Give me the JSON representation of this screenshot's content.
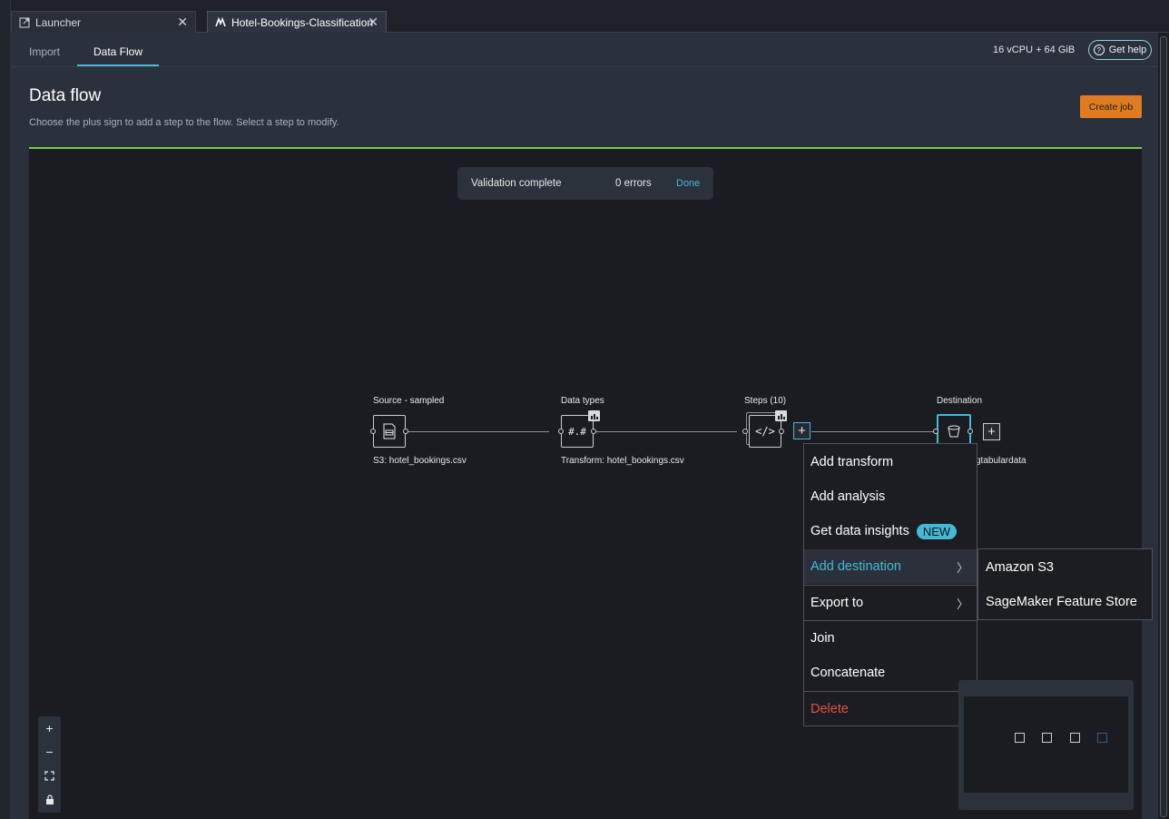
{
  "tabs": [
    {
      "label": "Launcher",
      "icon": "external-launcher-icon"
    },
    {
      "label": "Hotel-Bookings-Classification",
      "icon": "data-wrangler-icon"
    }
  ],
  "subtabs": [
    "Import",
    "Data Flow"
  ],
  "resources": "16 vCPU + 64 GiB",
  "help_label": "Get help",
  "page": {
    "title": "Data flow",
    "description": "Choose the plus sign to add a step to the flow. Select a step to modify.",
    "create_job": "Create job"
  },
  "toast": {
    "status": "Validation complete",
    "errors": "0 errors",
    "done": "Done"
  },
  "nodes": [
    {
      "title": "Source - sampled",
      "caption": "S3: hotel_bookings.csv",
      "glyph": ""
    },
    {
      "title": "Data types",
      "caption": "Transform: hotel_bookings.csv",
      "glyph": "#.#"
    },
    {
      "title": "Steps (10)",
      "caption": "",
      "glyph": "</>"
    },
    {
      "title": "Destination",
      "caption": "gtabulardata",
      "glyph": ""
    }
  ],
  "menu": {
    "items": [
      {
        "label": "Add transform"
      },
      {
        "label": "Add analysis"
      },
      {
        "label": "Get data insights",
        "badge": "NEW"
      },
      {
        "label": "Add destination"
      },
      {
        "label": "Export to"
      },
      {
        "label": "Join"
      },
      {
        "label": "Concatenate"
      },
      {
        "label": "Delete"
      }
    ],
    "submenu": [
      "Amazon S3",
      "SageMaker Feature Store"
    ]
  },
  "zoom": {
    "in": "+",
    "out": "−"
  },
  "colors": {
    "accent": "#44b9d6",
    "primary_button": "#e07b1f",
    "danger": "#e2504a",
    "progress_rule": "#6fcf4a"
  }
}
